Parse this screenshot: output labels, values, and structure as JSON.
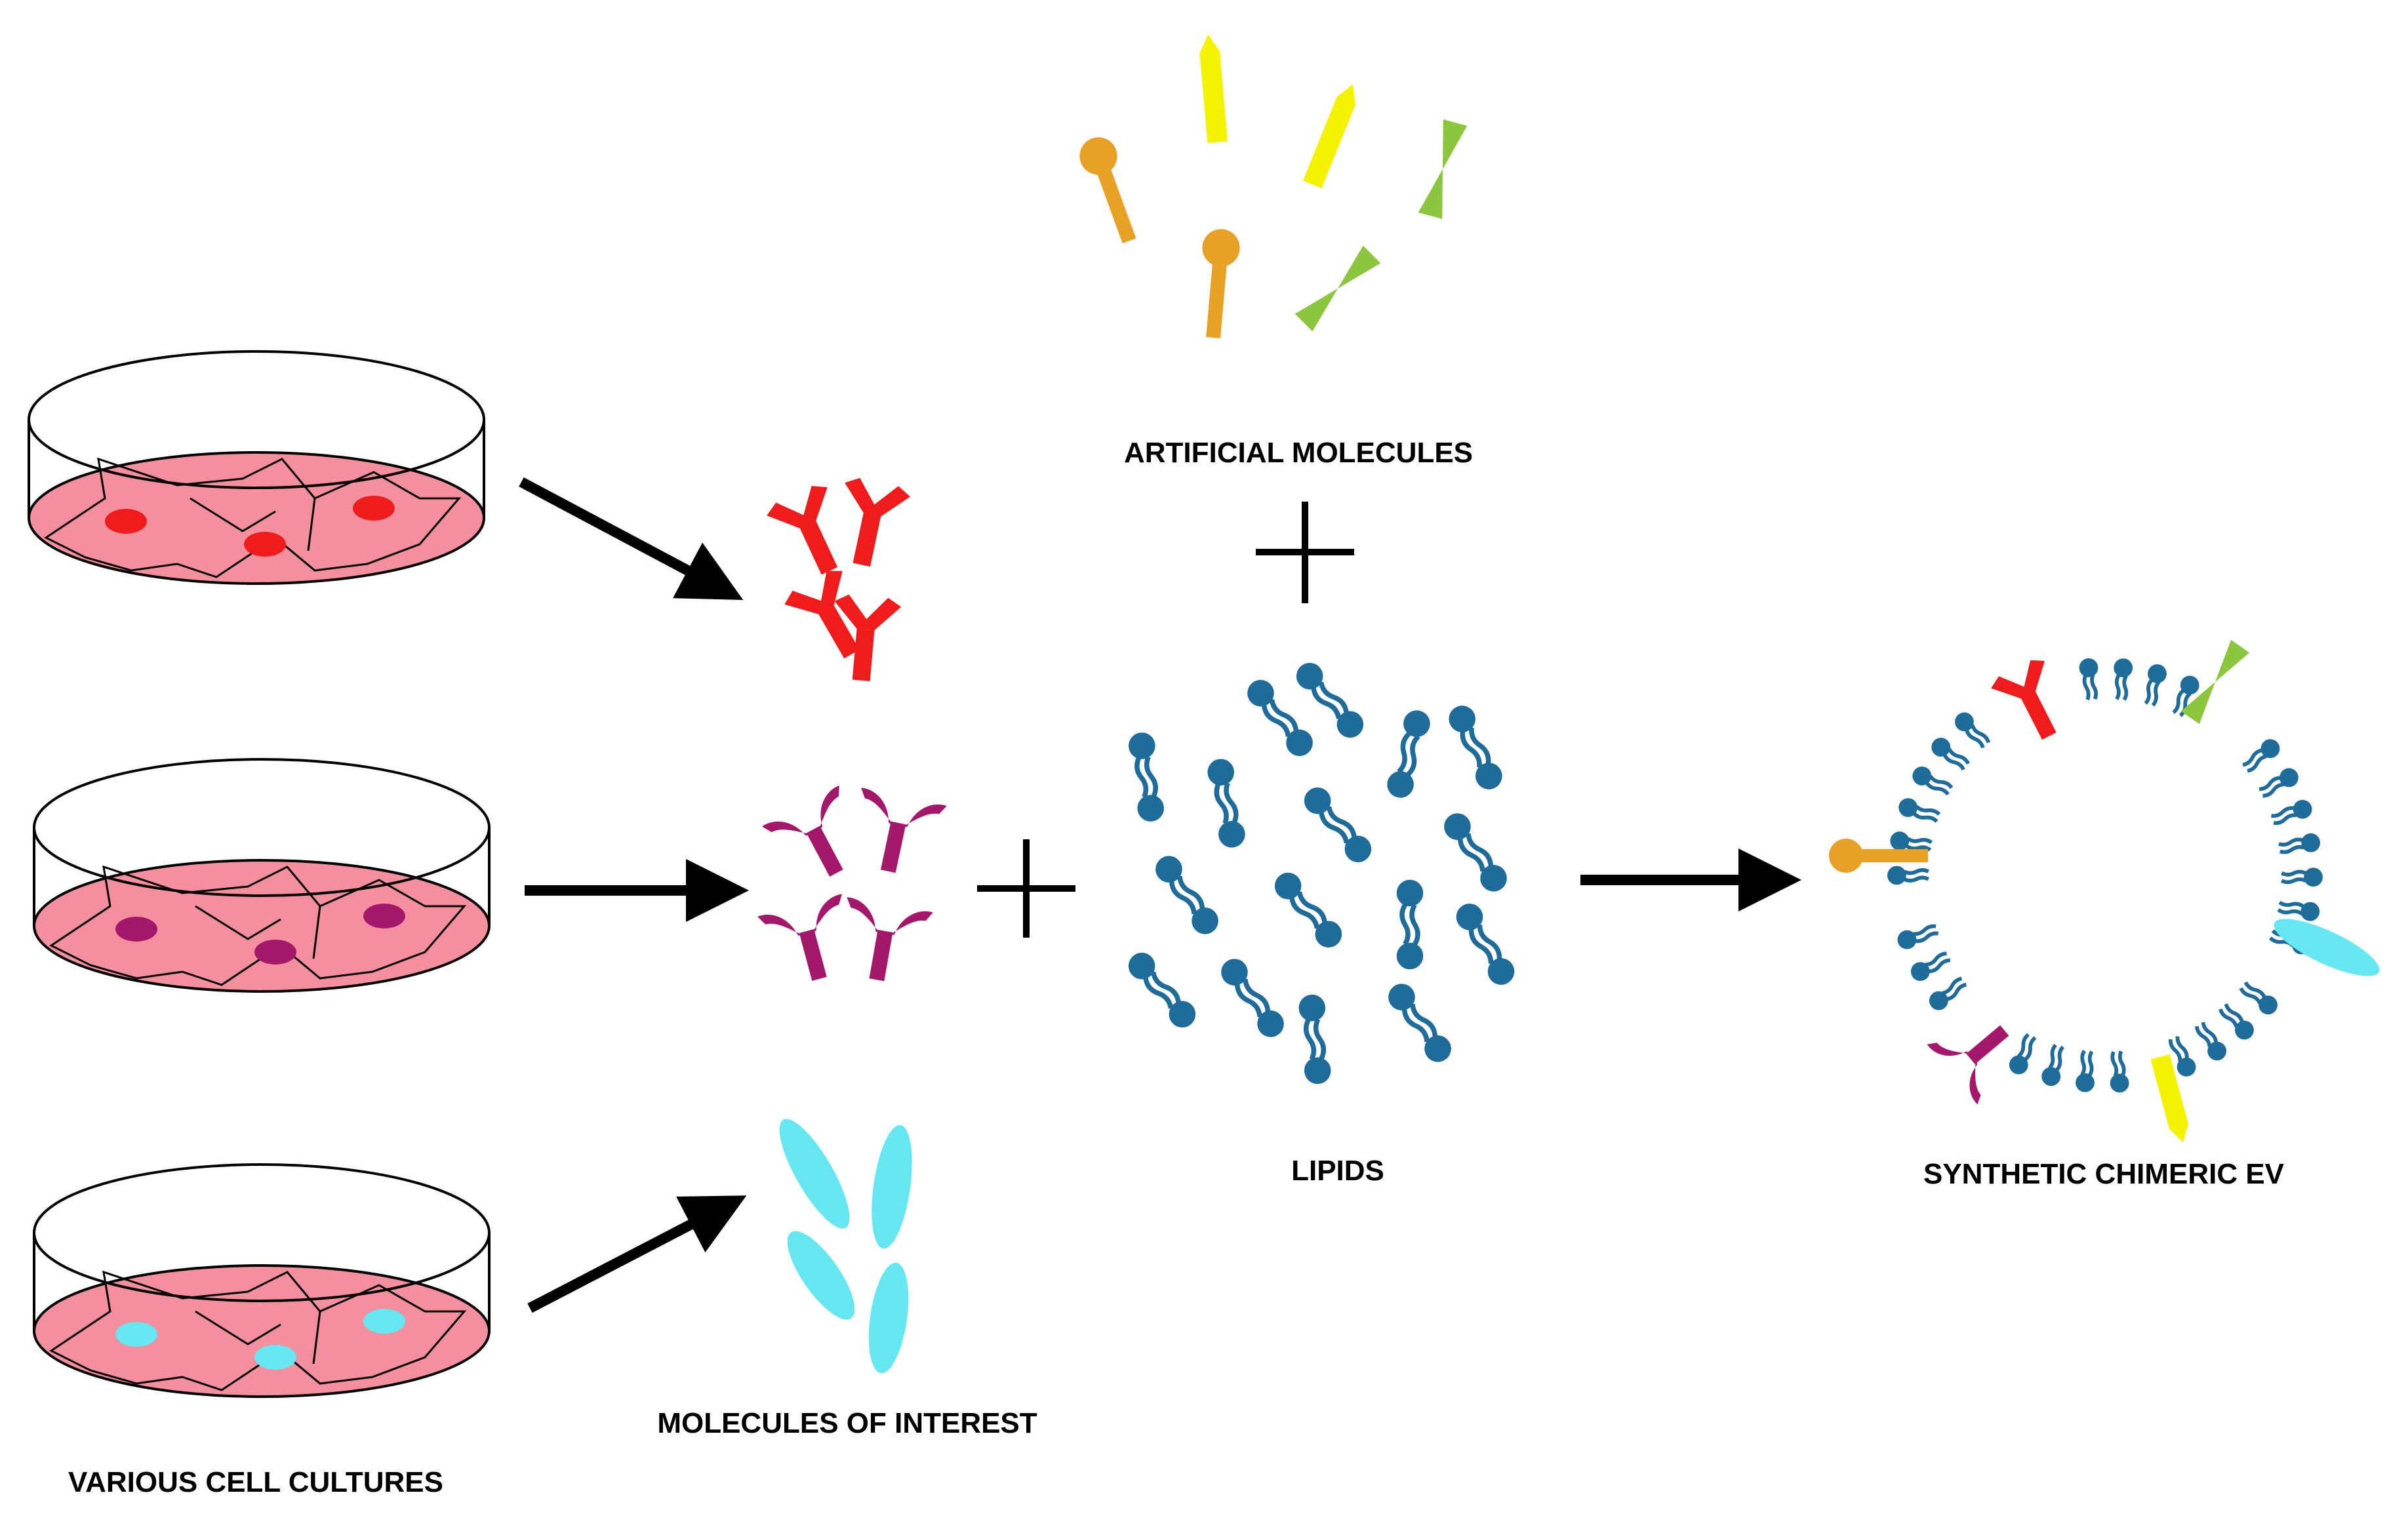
{
  "labels": {
    "cell_cultures": "VARIOUS CELL CULTURES",
    "molecules_of_interest": "MOLECULES OF INTEREST",
    "artificial_molecules": "ARTIFICIAL MOLECULES",
    "lipids": "LIPIDS",
    "synthetic_ev": "SYNTHETIC CHIMERIC EV"
  },
  "colors": {
    "medium": "#f4909e",
    "red": "#ee1c1c",
    "purple": "#a3186a",
    "cyan": "#66e6f0",
    "yellow": "#f5f200",
    "orange": "#e8a126",
    "green": "#8cc63f",
    "lipid": "#1f6b9a"
  },
  "dishes": [
    {
      "name": "dish-red",
      "nucleus_color": "red"
    },
    {
      "name": "dish-purple",
      "nucleus_color": "purple"
    },
    {
      "name": "dish-cyan",
      "nucleus_color": "cyan"
    }
  ]
}
